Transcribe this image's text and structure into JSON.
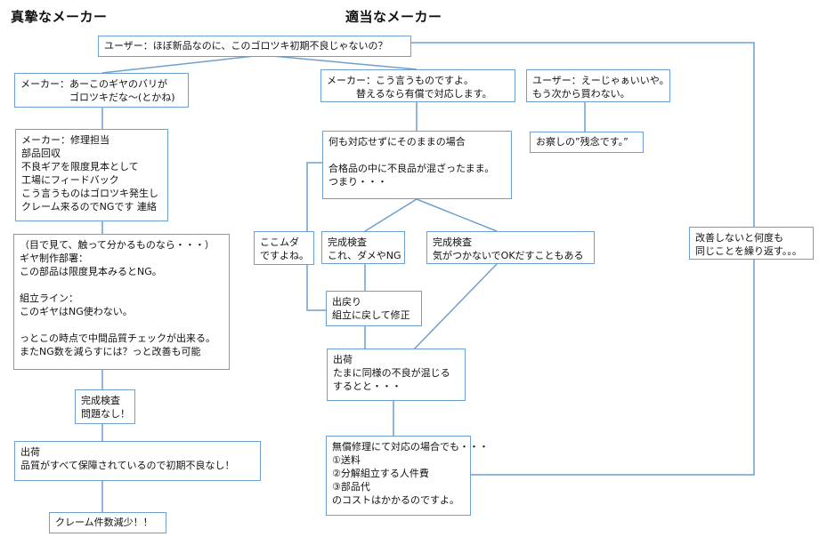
{
  "headings": {
    "left": "真摯なメーカー",
    "right": "適当なメーカー"
  },
  "nodes": {
    "top": "ユーザー：ほぼ新品なのに、このゴロツキ初期不良じゃないの？",
    "l1": "メーカー：あーこのギヤのバリが\n　　　　　ゴロツキだな～(とかね)",
    "l2": "メーカー：修理担当\n部品回収\n不良ギアを限度見本として\n工場にフィードバック\nこう言うものはゴロツキ発生し\nクレーム来るのでNGです 連絡",
    "l3": "（目で見て、触って分かるものなら・・・）\nギヤ制作部署：\nこの部品は限度見本みるとNG。\n\n組立ライン：\nこのギヤはNG使わない。\n\nっとこの時点で中間品質チェックが出来る。\nまたNG数を減らすには？っと改善も可能",
    "l4": "完成検査\n問題なし！",
    "l5": "出荷\n品質がすべて保障されているので初期不良なし！",
    "l6": "クレーム件数減少！！",
    "r1": "メーカー：こう言うものですよ。\n　　　替えるなら有償で対応します。",
    "r1u": "ユーザー：えーじゃぁいいや。\nもう次から買わない。",
    "r1u2": "お察しの”残念です。”",
    "r2": "何も対応せずにそのままの場合\n\n合格品の中に不良品が混ざったまま。\nつまり・・・",
    "r_side": "ここムダ\nですよね。",
    "r3a": "完成検査\nこれ、ダメやNG",
    "r3b": "完成検査\n気がつかないでOKだすこともある",
    "r4": "出戻り\n組立に戻して修正",
    "r5": "出荷\nたまに同様の不良が混じる\nするとと・・・",
    "r6": "無償修理にて対応の場合でも・・・\n①送料\n②分解組立する人件費\n③部品代\nのコストはかかるのですよ。",
    "far": "改善しないと何度も\n同じことを繰り返す。。。"
  },
  "colors": {
    "border": "#6f9fce",
    "line": "#6f9fce"
  }
}
